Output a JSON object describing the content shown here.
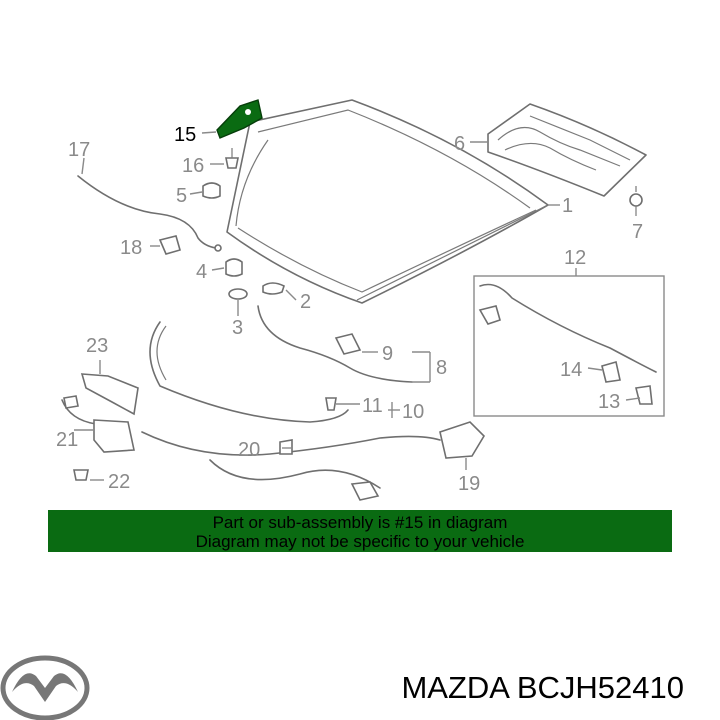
{
  "diagram": {
    "highlighted_callout": "15",
    "highlight_color": "#0a6b12",
    "callouts": {
      "c1": "1",
      "c2": "2",
      "c3": "3",
      "c4": "4",
      "c5": "5",
      "c6": "6",
      "c7": "7",
      "c8": "8",
      "c9": "9",
      "c10": "10",
      "c11": "11",
      "c12": "12",
      "c13": "13",
      "c14": "14",
      "c15": "15",
      "c16": "16",
      "c17": "17",
      "c18": "18",
      "c19": "19",
      "c20": "20",
      "c21": "21",
      "c22": "22",
      "c23": "23"
    }
  },
  "banner": {
    "line1": "Part or sub-assembly is #15 in diagram",
    "line2": "Diagram may not be specific to your vehicle",
    "background": "#0a6b12"
  },
  "footer": {
    "brand_logo": "mazda-logo",
    "part_label": "MAZDA BCJH52410"
  }
}
